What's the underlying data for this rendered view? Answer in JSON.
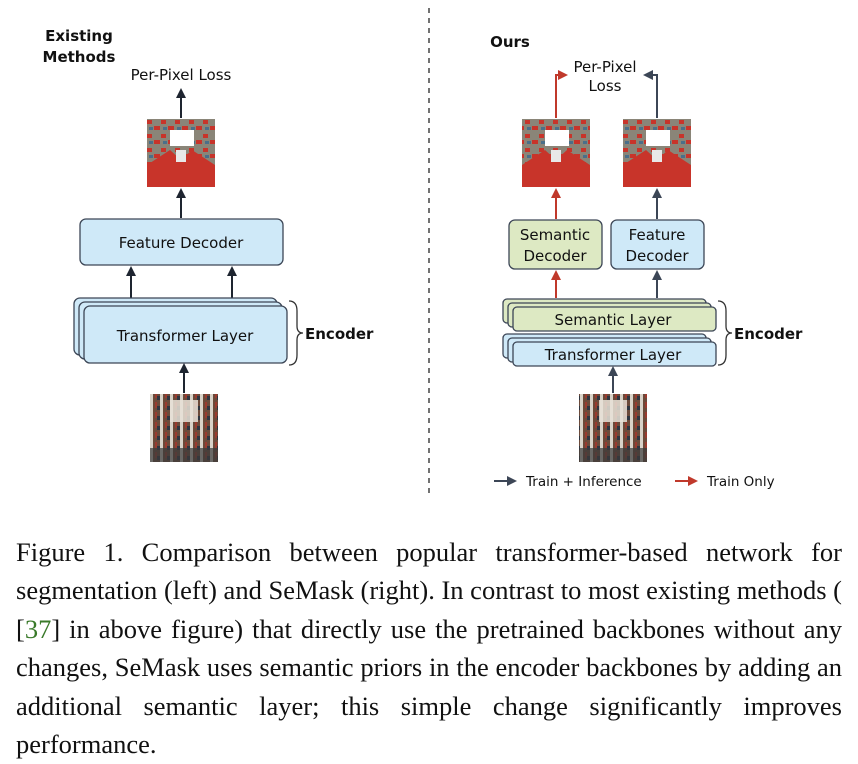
{
  "left": {
    "heading_line1": "Existing",
    "heading_line2": "Methods",
    "loss_label": "Per-Pixel Loss",
    "decoder_label": "Feature Decoder",
    "transformer_label": "Transformer Layer",
    "encoder_label": "Encoder"
  },
  "right": {
    "heading": "Ours",
    "loss_line1": "Per-Pixel",
    "loss_line2": "Loss",
    "semantic_decoder_line1": "Semantic",
    "semantic_decoder_line2": "Decoder",
    "feature_decoder_line1": "Feature",
    "feature_decoder_line2": "Decoder",
    "semantic_layer_label": "Semantic Layer",
    "transformer_label": "Transformer Layer",
    "encoder_label": "Encoder"
  },
  "legend": {
    "train_inference": "Train + Inference",
    "train_only": "Train Only"
  },
  "colors": {
    "blue_fill": "#cfe9f8",
    "green_fill": "#dde9c3",
    "red_arrow": "#c0392b",
    "dark_arrow": "#3c4656"
  },
  "caption": {
    "part1": "Figure 1.  Comparison between popular transformer-based network for segmentation (left) and SeMask (right).  In contrast to most existing methods ( [",
    "citation": "37",
    "part2": "] in above figure) that directly use the pretrained backbones without any changes, SeMask uses semantic priors in the encoder backbones by adding an additional semantic layer; this simple change significantly improves performance."
  }
}
